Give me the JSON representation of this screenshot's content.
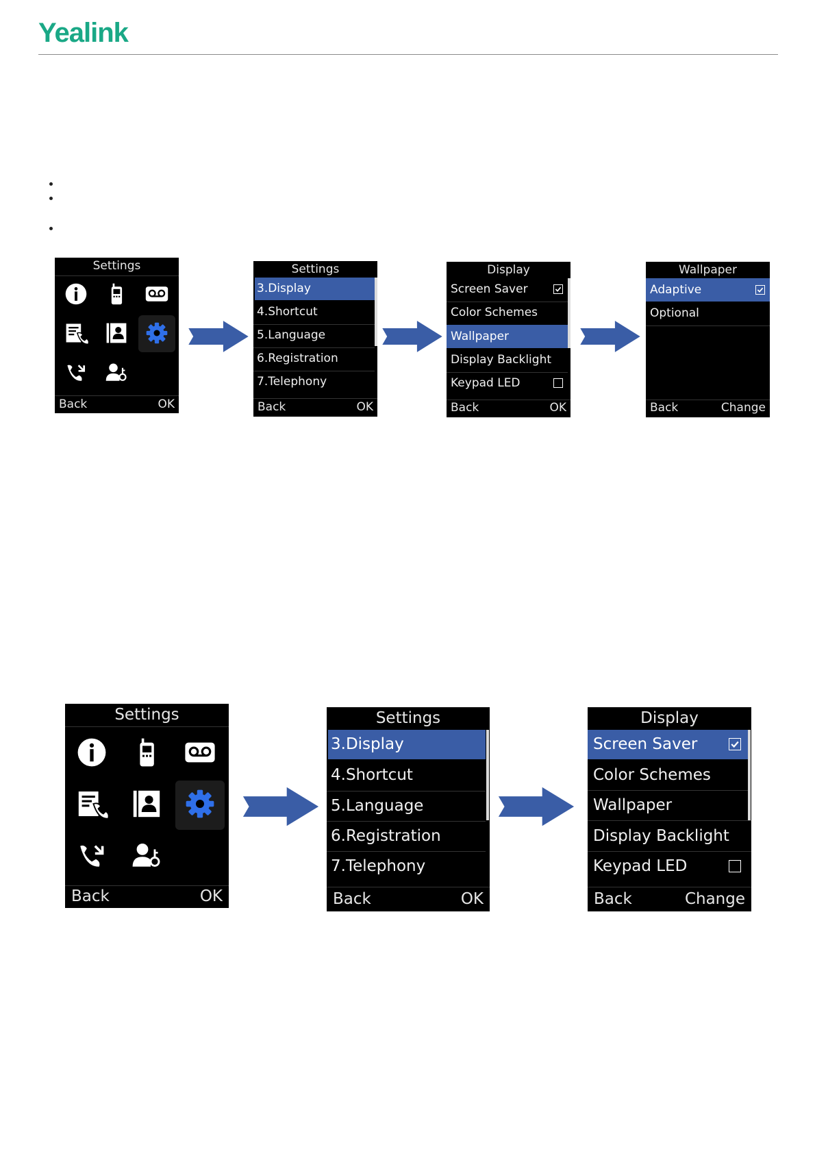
{
  "header": {
    "logo": "Yealink"
  },
  "colors": {
    "brand": "#1aa886",
    "highlight": "#3a5da6",
    "arrow": "#3a5da6"
  },
  "figure1": {
    "home": {
      "title": "Settings",
      "icons": [
        "info-icon",
        "handset-icon",
        "voicemail-icon",
        "call-log-icon",
        "directory-icon",
        "settings-gear-icon",
        "intercom-icon",
        "user-settings-icon"
      ],
      "soft_left": "Back",
      "soft_right": "OK"
    },
    "settings": {
      "title": "Settings",
      "items": [
        "3.Display",
        "4.Shortcut",
        "5.Language",
        "6.Registration",
        "7.Telephony"
      ],
      "soft_left": "Back",
      "soft_right": "OK"
    },
    "display": {
      "title": "Display",
      "items": [
        "Screen Saver",
        "Color Schemes",
        "Wallpaper",
        "Display Backlight",
        "Keypad LED"
      ],
      "soft_left": "Back",
      "soft_right": "OK"
    },
    "wallpaper": {
      "title": "Wallpaper",
      "items": [
        "Adaptive",
        "Optional"
      ],
      "soft_left": "Back",
      "soft_right": "Change"
    }
  },
  "figure2": {
    "home": {
      "title": "Settings",
      "soft_left": "Back",
      "soft_right": "OK"
    },
    "settings": {
      "title": "Settings",
      "items": [
        "3.Display",
        "4.Shortcut",
        "5.Language",
        "6.Registration",
        "7.Telephony"
      ],
      "soft_left": "Back",
      "soft_right": "OK"
    },
    "display": {
      "title": "Display",
      "items": [
        "Screen Saver",
        "Color Schemes",
        "Wallpaper",
        "Display Backlight",
        "Keypad LED"
      ],
      "soft_left": "Back",
      "soft_right": "Change"
    }
  }
}
